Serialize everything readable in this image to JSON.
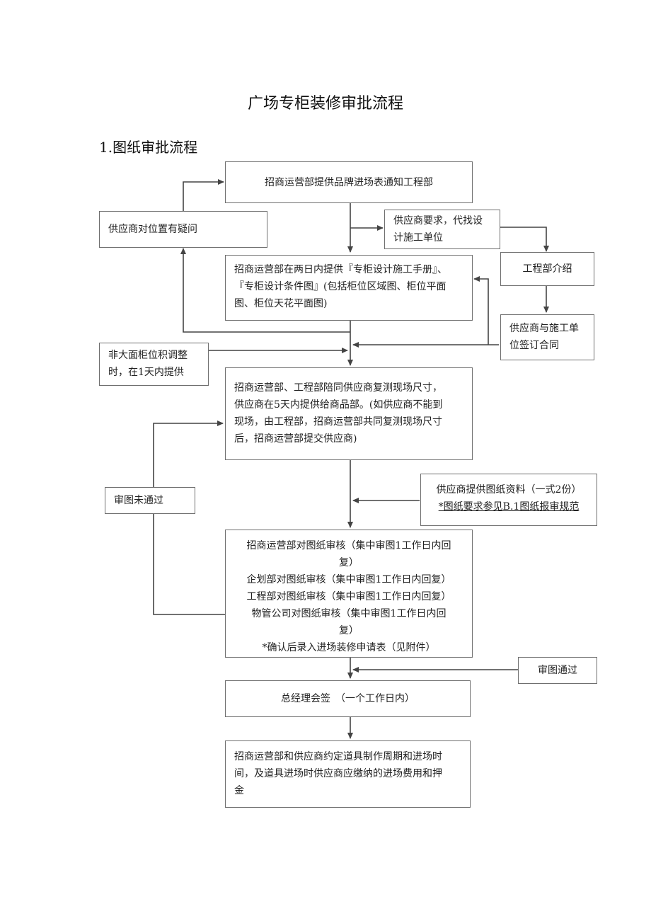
{
  "title": "广场专柜装修审批流程",
  "section": "1.图纸审批流程",
  "nodes": {
    "notify": "招商运营部提供品牌进场表通知工程部",
    "doubt": "供应商对位置有疑问",
    "designer": [
      "供应商要求，代找设",
      "计施工单位"
    ],
    "intro": "工程部介绍",
    "manual": [
      "招商运营部在两日内提供『专柜设计施工手册』、",
      "『专柜设计条件图』(包括柜位区域图、柜位平面",
      "图、柜位天花平面图)"
    ],
    "contract": [
      "供应商与施工单",
      "位签订合同"
    ],
    "adjust": [
      "非大面柜位积调整",
      "时，在1天内提供"
    ],
    "measure": [
      "招商运营部、工程部陪同供应商复测现场尺寸，",
      "供应商在5天内提供给商品部。(如供应商不能到",
      "现场，由工程部，招商运营部共同复测现场尺寸",
      "后，招商运营部提交供应商)"
    ],
    "fail": "审图未通过",
    "drawings": [
      "供应商提供图纸资料（一式2份）",
      "*图纸要求参见B.1图纸报审规范"
    ],
    "review": [
      "招商运营部对图纸审核（集中审图1工作日内回",
      "复）",
      "企划部对图纸审核（集中审图1工作日内回复）",
      "工程部对图纸审核（集中审图1工作日内回复）",
      "物管公司对图纸审核（集中审图1工作日内回",
      "复）",
      "*确认后录入进场装修申请表（见附件）"
    ],
    "pass": "审图通过",
    "sign": "总经理会签　（一个工作日内）",
    "final": [
      "招商运营部和供应商约定道具制作周期和进场时",
      "间，及道具进场时供应商应缴纳的进场费用和押",
      "金"
    ]
  },
  "colors": {
    "line": "#444444",
    "border": "#6f6f6f"
  }
}
